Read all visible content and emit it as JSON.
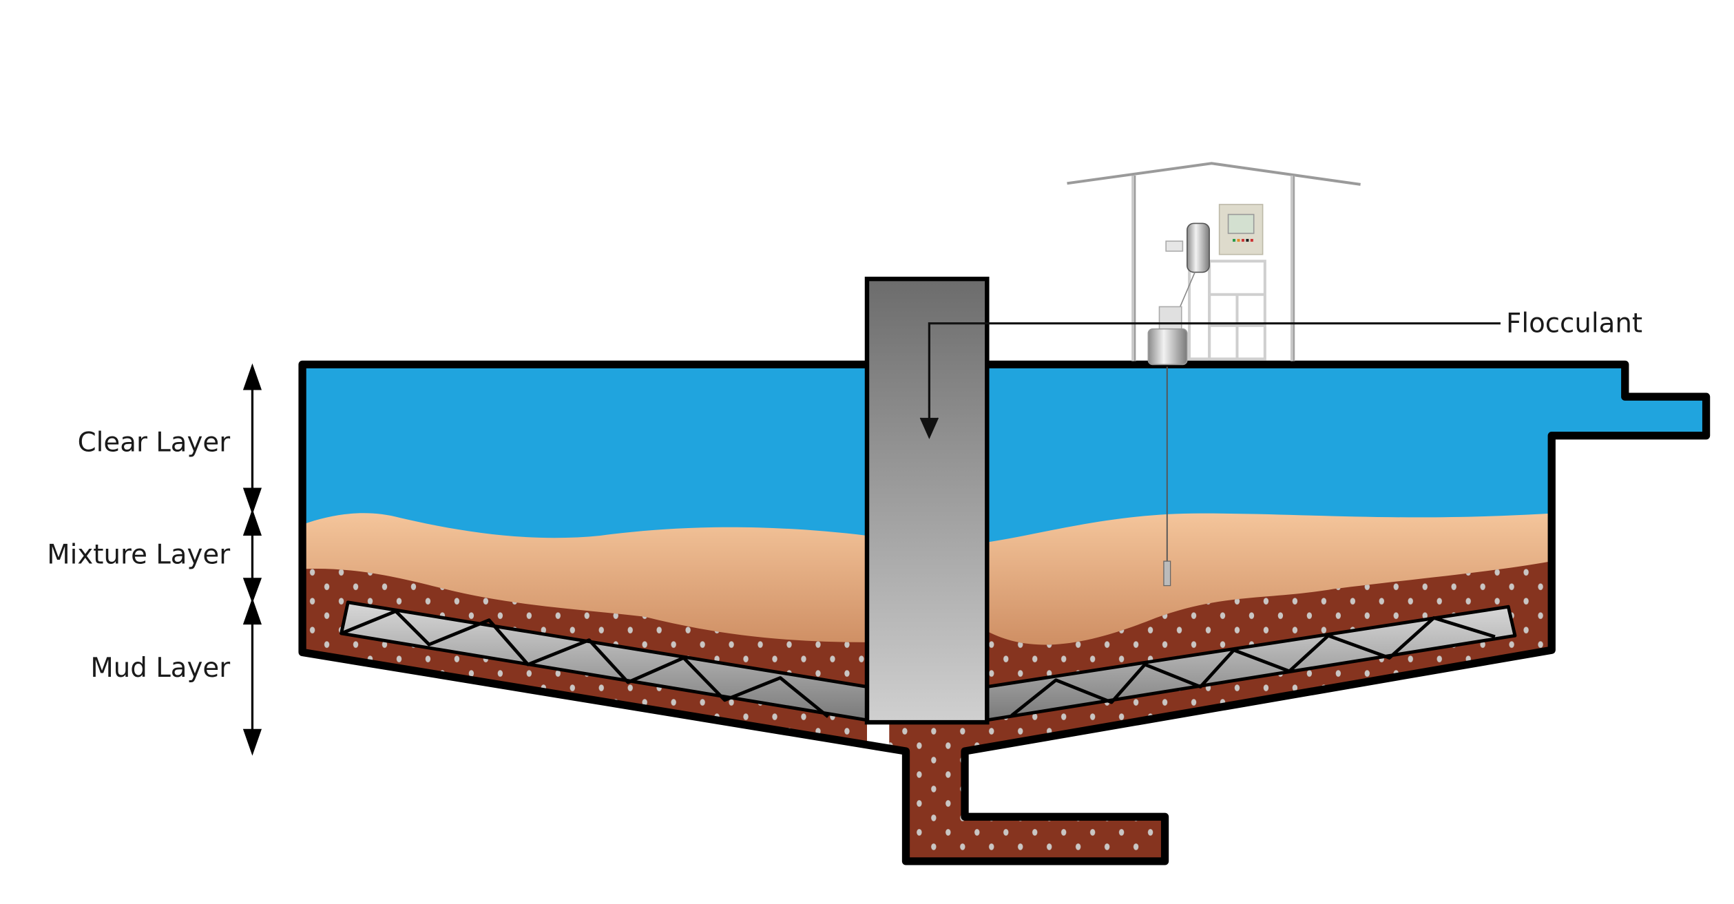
{
  "labels": {
    "clear_layer": "Clear Layer",
    "mixture_layer": "Mixture Layer",
    "mud_layer": "Mud Layer",
    "flocculant": "Flocculant"
  },
  "colors": {
    "water": "#20a4de",
    "mixture_top": "#f4c59b",
    "mixture_bottom": "#a9582c",
    "mud": "#86341f",
    "mud_dots": "#c9c6c4",
    "outline": "#000000"
  }
}
